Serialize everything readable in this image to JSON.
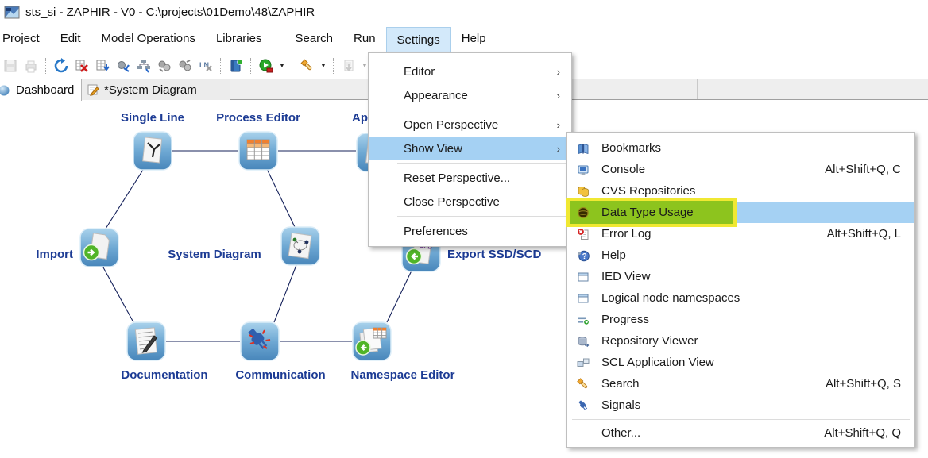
{
  "window": {
    "title": "sts_si - ZAPHIR - V0 - C:\\projects\\01Demo\\48\\ZAPHIR"
  },
  "menubar": {
    "items": [
      "Project",
      "Edit",
      "Model Operations",
      "Libraries",
      "Search",
      "Run",
      "Settings",
      "Help"
    ],
    "active_item": "Settings"
  },
  "toolbar": {
    "buttons": [
      {
        "name": "save",
        "disabled": true
      },
      {
        "name": "print",
        "disabled": true
      },
      {
        "sep": true
      },
      {
        "name": "refresh"
      },
      {
        "name": "delete-model"
      },
      {
        "name": "import-model"
      },
      {
        "name": "sync-model"
      },
      {
        "name": "model-hierarchy"
      },
      {
        "name": "compare-a"
      },
      {
        "name": "compare-b"
      },
      {
        "name": "ln-clear"
      },
      {
        "sep": true
      },
      {
        "name": "library"
      },
      {
        "sep": true
      },
      {
        "name": "run"
      },
      {
        "name": "dropdown"
      },
      {
        "sep": true
      },
      {
        "name": "search-tool"
      },
      {
        "name": "dropdown"
      },
      {
        "sep": true
      },
      {
        "name": "export-template",
        "disabled": true
      },
      {
        "name": "dropdown",
        "disabled": true
      },
      {
        "name": "import-template",
        "disabled": true
      },
      {
        "name": "dropdown",
        "disabled": true
      }
    ]
  },
  "tab_bar": {
    "tabs": [
      {
        "label": "Dashboard",
        "active": true
      },
      {
        "label": "*System Diagram",
        "active": false
      }
    ]
  },
  "dashboard": {
    "node_labels": {
      "single_line": "Single Line",
      "process_editor": "Process Editor",
      "app_partial": "Ap",
      "import": "Import",
      "system_diagram": "System Diagram",
      "export": "Export SSD/SCD",
      "documentation": "Documentation",
      "communication": "Communication",
      "namespace_editor": "Namespace Editor"
    }
  },
  "settings_menu": {
    "items": [
      {
        "label": "Editor",
        "submenu": true
      },
      {
        "label": "Appearance",
        "submenu": true,
        "sep_after": true
      },
      {
        "label": "Open Perspective",
        "submenu": true
      },
      {
        "label": "Show View",
        "submenu": true,
        "selected": true,
        "sep_after": true
      },
      {
        "label": "Reset Perspective..."
      },
      {
        "label": "Close Perspective",
        "sep_after": true
      },
      {
        "label": "Preferences"
      }
    ]
  },
  "show_view_menu": {
    "items": [
      {
        "icon": "bookmarks-icon",
        "label": "Bookmarks"
      },
      {
        "icon": "console-icon",
        "label": "Console",
        "accel": "Alt+Shift+Q, C"
      },
      {
        "icon": "cvs-repositories-icon",
        "label": "CVS Repositories"
      },
      {
        "icon": "data-type-usage-icon",
        "label": "Data Type Usage",
        "selected": true,
        "marker_highlight": true
      },
      {
        "icon": "error-log-icon",
        "label": "Error Log",
        "accel": "Alt+Shift+Q, L"
      },
      {
        "icon": "help-icon",
        "label": "Help"
      },
      {
        "icon": "ied-view-icon",
        "label": "IED View"
      },
      {
        "icon": "window-icon",
        "label": "Logical node namespaces"
      },
      {
        "icon": "progress-icon",
        "label": "Progress"
      },
      {
        "icon": "repository-viewer-icon",
        "label": "Repository Viewer"
      },
      {
        "icon": "scl-application-view-icon",
        "label": "SCL Application View"
      },
      {
        "icon": "search-icon",
        "label": "Search",
        "accel": "Alt+Shift+Q, S"
      },
      {
        "icon": "signals-icon",
        "label": "Signals"
      },
      {
        "icon": "none",
        "label": "Other...",
        "accel": "Alt+Shift+Q, Q",
        "sep_before": true
      }
    ]
  },
  "colors": {
    "selection_blue": "#a5d1f3",
    "marker_green": "#8dc41e",
    "marker_yellow_border": "#f0e832",
    "label_blue": "#1c3b94",
    "menubar_highlight": "#d3e9fa"
  }
}
